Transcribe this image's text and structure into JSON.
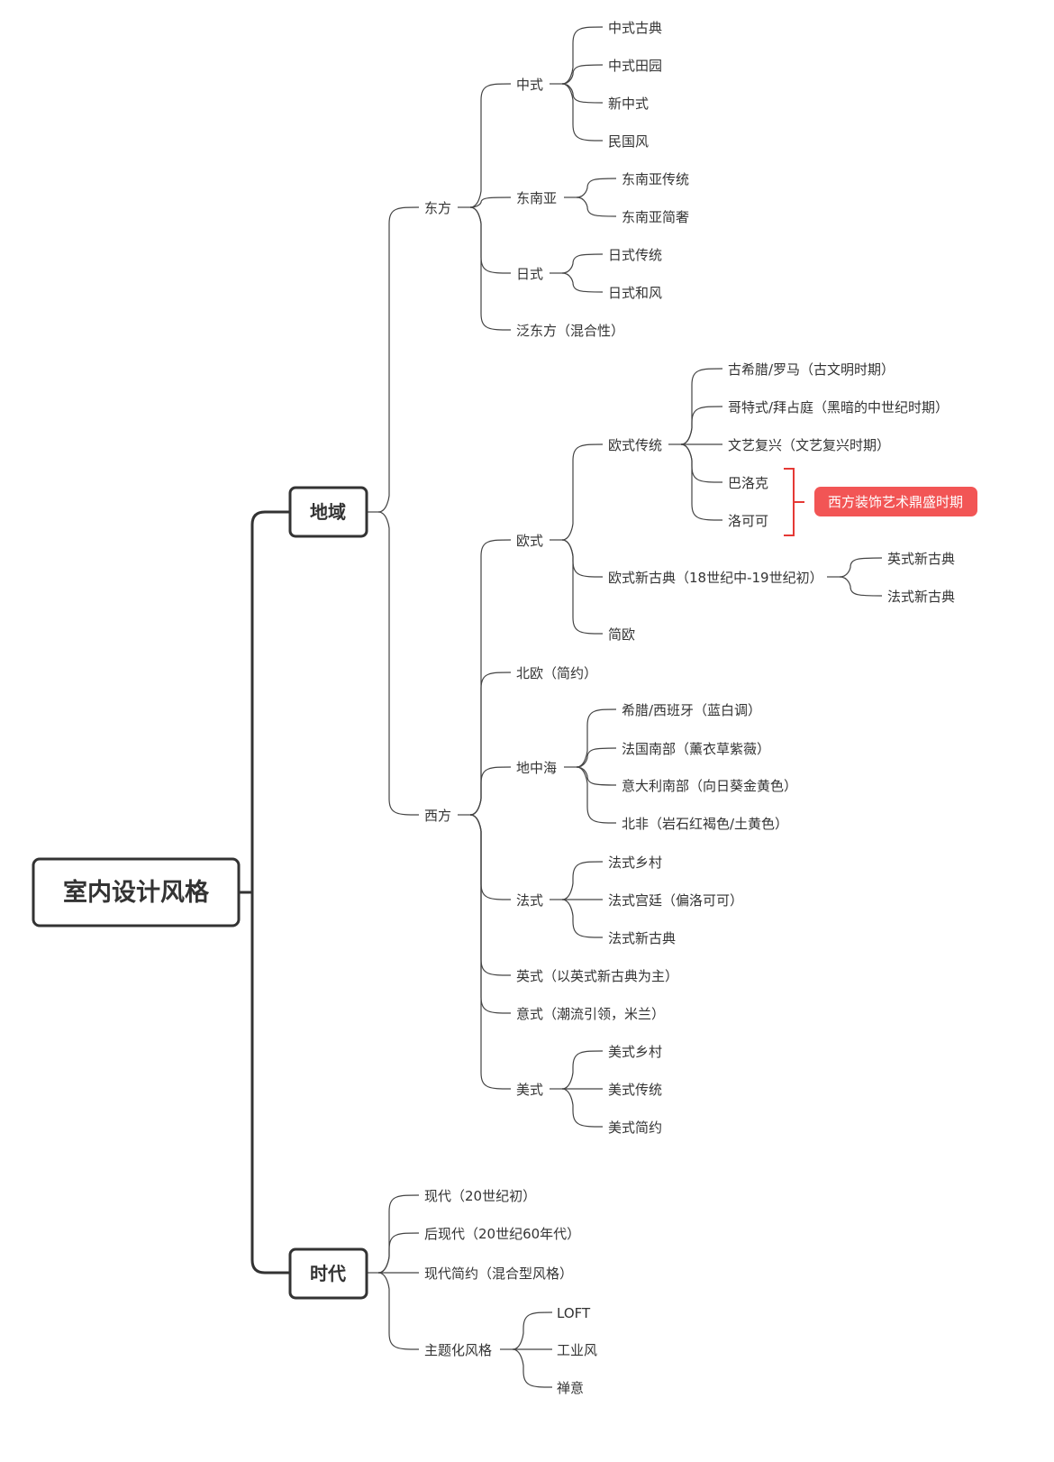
{
  "root": "室内设计风格",
  "branches": {
    "region": {
      "label": "地域",
      "east": {
        "label": "东方",
        "chinese": {
          "label": "中式",
          "children": [
            "中式古典",
            "中式田园",
            "新中式",
            "民国风"
          ]
        },
        "southeast_asia": {
          "label": "东南亚",
          "children": [
            "东南亚传统",
            "东南亚简奢"
          ]
        },
        "japanese": {
          "label": "日式",
          "children": [
            "日式传统",
            "日式和风"
          ]
        },
        "pan_east": "泛东方（混合性）"
      },
      "west": {
        "label": "西方",
        "european": {
          "label": "欧式",
          "traditional": {
            "label": "欧式传统",
            "children": [
              "古希腊/罗马（古文明时期）",
              "哥特式/拜占庭（黑暗的中世纪时期）",
              "文艺复兴（文艺复兴时期）",
              "巴洛克",
              "洛可可"
            ]
          },
          "note": "西方装饰艺术鼎盛时期",
          "neoclassical": {
            "label": "欧式新古典（18世纪中-19世纪初）",
            "children": [
              "英式新古典",
              "法式新古典"
            ]
          },
          "simple": "简欧"
        },
        "nordic": "北欧（简约）",
        "mediterranean": {
          "label": "地中海",
          "children": [
            "希腊/西班牙（蓝白调）",
            "法国南部（薰衣草紫薇）",
            "意大利南部（向日葵金黄色）",
            "北非（岩石红褐色/土黄色）"
          ]
        },
        "french": {
          "label": "法式",
          "children": [
            "法式乡村",
            "法式宫廷（偏洛可可）",
            "法式新古典"
          ]
        },
        "english": "英式（以英式新古典为主）",
        "italian": "意式（潮流引领，米兰）",
        "american": {
          "label": "美式",
          "children": [
            "美式乡村",
            "美式传统",
            "美式简约"
          ]
        }
      }
    },
    "era": {
      "label": "时代",
      "modern": "现代（20世纪初）",
      "postmodern": "后现代（20世纪60年代）",
      "modern_simple": "现代简约（混合型风格）",
      "themed": {
        "label": "主题化风格",
        "children": [
          "LOFT",
          "工业风",
          "禅意"
        ]
      }
    }
  },
  "colors": {
    "line": "#444444",
    "text": "#333333",
    "note_fill": "#f25555",
    "bracket": "#e53935"
  }
}
